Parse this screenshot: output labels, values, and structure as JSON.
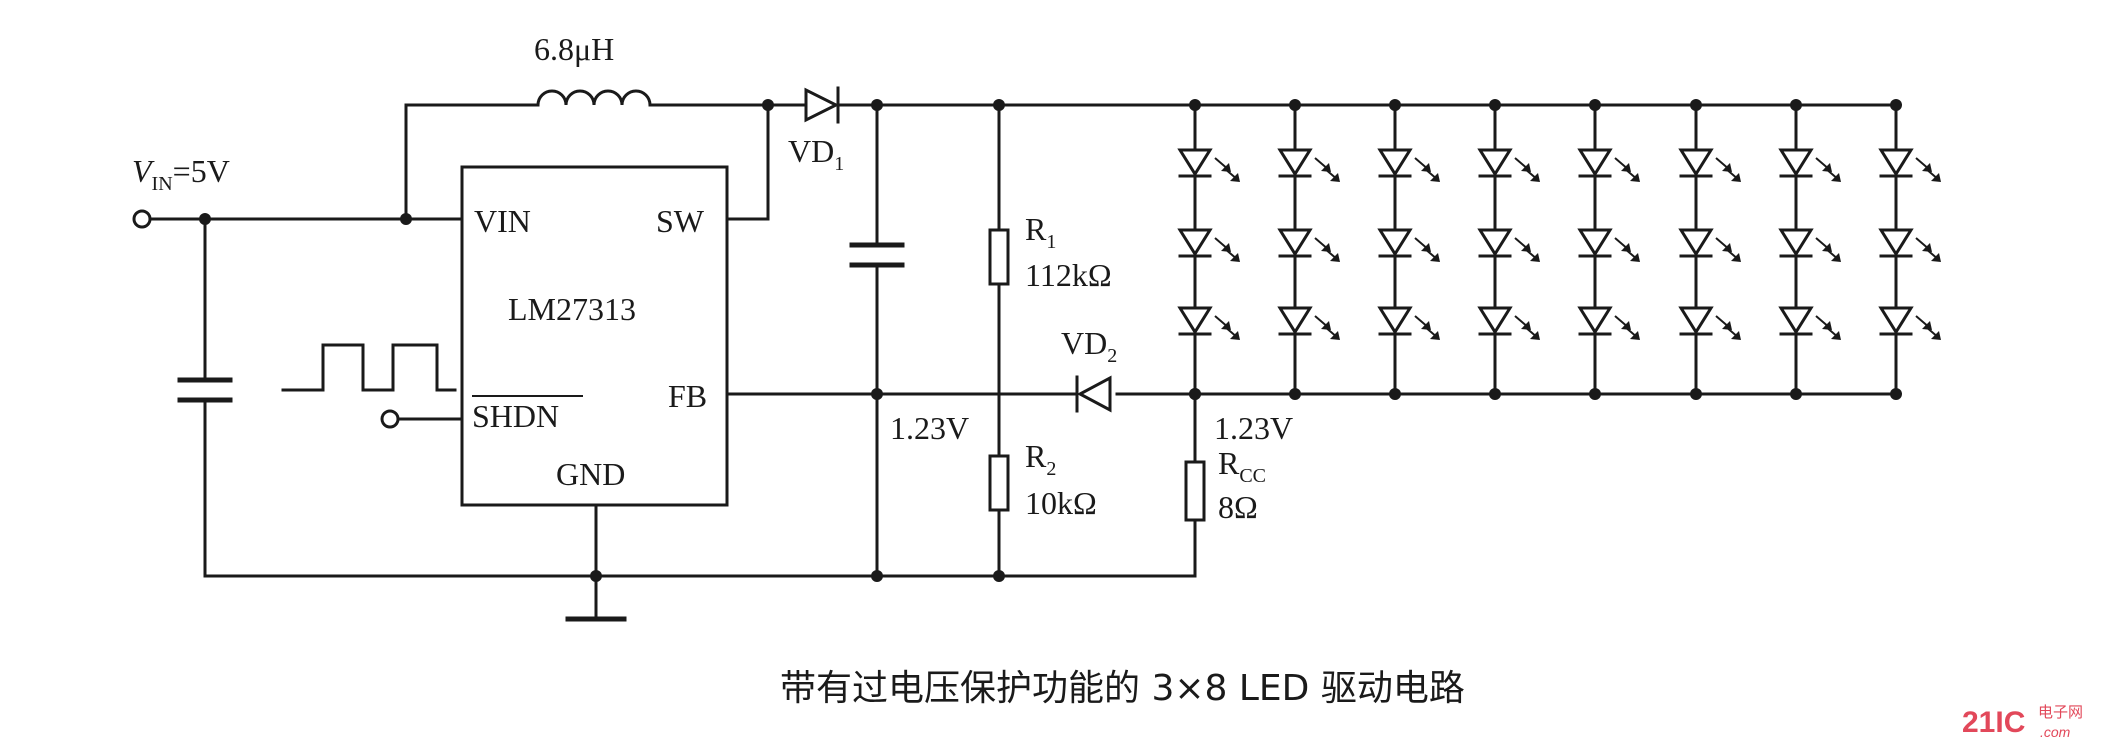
{
  "inductor": {
    "value": "6.8μH"
  },
  "input": {
    "symbol": "V",
    "subscript": "IN",
    "value_suffix": "=5V"
  },
  "ic": {
    "name": "LM27313",
    "pins": {
      "vin": "VIN",
      "sw": "SW",
      "fb": "FB",
      "shdn": "SHDN",
      "gnd": "GND"
    }
  },
  "vd1": {
    "name": "VD",
    "sub": "1"
  },
  "vd2": {
    "name": "VD",
    "sub": "2"
  },
  "r1": {
    "name": "R",
    "sub": "1",
    "value": "112kΩ"
  },
  "r2": {
    "name": "R",
    "sub": "2",
    "value": "10kΩ"
  },
  "rcc": {
    "name": "R",
    "sub": "CC",
    "value": "8Ω"
  },
  "fb_voltage": "1.23V",
  "led_voltage": "1.23V",
  "led_array": {
    "columns": 8,
    "rows": 3
  },
  "caption": "带有过电压保护功能的 3×8 LED 驱动电路",
  "watermark": {
    "brand": "21IC",
    "line1": "电子网",
    "line2": ".com"
  },
  "colors": {
    "ink": "#1a1a1a",
    "watermark": "#e2485a"
  }
}
